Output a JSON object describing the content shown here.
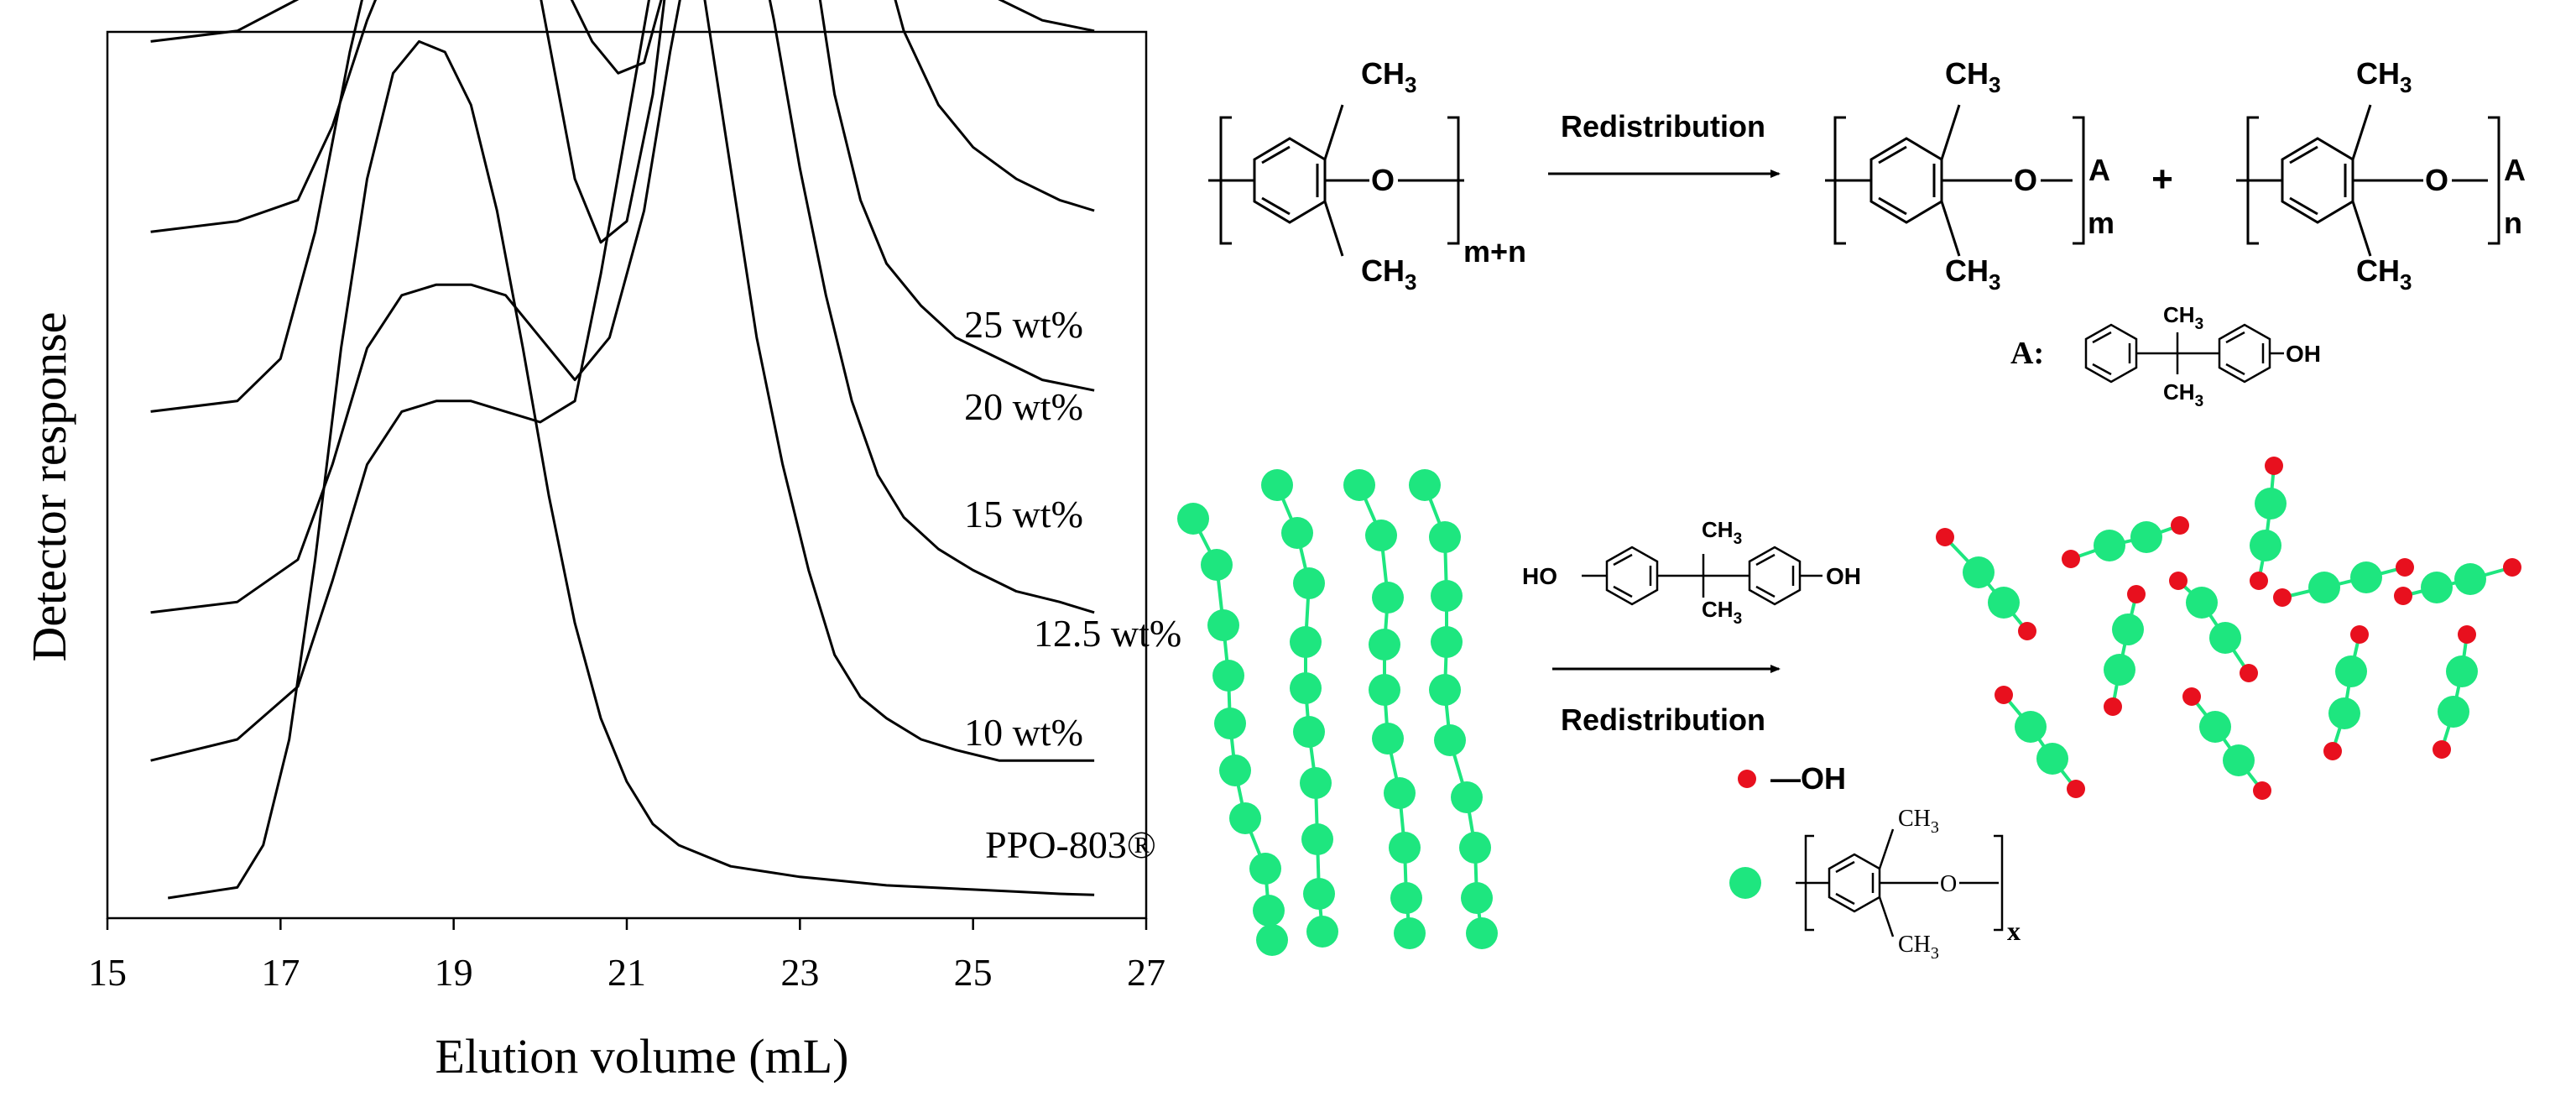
{
  "chart_data": {
    "type": "line",
    "title": "",
    "xlabel": "Elution volume (mL)",
    "ylabel": "Detector response",
    "xlim": [
      15,
      27
    ],
    "xticks": [
      "15",
      "17",
      "19",
      "21",
      "23",
      "25",
      "27"
    ],
    "yticks": [],
    "grid": false,
    "legend": "none",
    "line_color": "#000000",
    "series": [
      {
        "name": "25 wt%",
        "offset": 0.81,
        "x": [
          15.5,
          16.5,
          17.2,
          17.6,
          18.0,
          18.3,
          18.6,
          19.0,
          19.5,
          19.9,
          20.2,
          20.6,
          21.0,
          21.3,
          21.6,
          21.9,
          22.2,
          22.5,
          22.8,
          23.1,
          23.4,
          23.7,
          24.0,
          24.4,
          24.8,
          25.3,
          25.8,
          26.4
        ],
        "y": [
          0.0,
          0.01,
          0.04,
          0.12,
          0.28,
          0.4,
          0.45,
          0.46,
          0.45,
          0.4,
          0.3,
          0.2,
          0.14,
          0.16,
          0.3,
          0.5,
          0.66,
          0.79,
          0.85,
          0.8,
          0.65,
          0.45,
          0.28,
          0.14,
          0.08,
          0.04,
          0.02,
          0.01
        ]
      },
      {
        "name": "20 wt%",
        "offset": 0.63,
        "x": [
          15.5,
          16.5,
          17.2,
          17.6,
          18.0,
          18.4,
          18.8,
          19.2,
          19.6,
          20.0,
          20.3,
          20.6,
          20.9,
          21.2,
          21.5,
          21.8,
          22.1,
          22.4,
          22.7,
          23.0,
          23.3,
          23.6,
          23.9,
          24.2,
          24.6,
          25.0,
          25.5,
          26.0,
          26.4
        ],
        "y": [
          0.0,
          0.01,
          0.03,
          0.1,
          0.2,
          0.28,
          0.32,
          0.33,
          0.32,
          0.28,
          0.23,
          0.18,
          0.15,
          0.16,
          0.25,
          0.42,
          0.6,
          0.74,
          0.79,
          0.72,
          0.56,
          0.4,
          0.28,
          0.19,
          0.12,
          0.08,
          0.05,
          0.03,
          0.02
        ]
      },
      {
        "name": "15 wt%",
        "offset": 0.46,
        "x": [
          15.5,
          16.5,
          17.0,
          17.4,
          17.8,
          18.2,
          18.6,
          19.0,
          19.4,
          19.8,
          20.1,
          20.4,
          20.7,
          21.0,
          21.3,
          21.6,
          21.9,
          22.2,
          22.5,
          22.8,
          23.1,
          23.4,
          23.7,
          24.0,
          24.4,
          24.8,
          25.3,
          25.8,
          26.4
        ],
        "y": [
          0.0,
          0.01,
          0.05,
          0.17,
          0.34,
          0.48,
          0.54,
          0.55,
          0.55,
          0.48,
          0.35,
          0.22,
          0.16,
          0.18,
          0.3,
          0.5,
          0.7,
          0.82,
          0.79,
          0.65,
          0.46,
          0.3,
          0.2,
          0.14,
          0.1,
          0.07,
          0.05,
          0.03,
          0.02
        ]
      },
      {
        "name": "12.5 wt%",
        "offset": 0.27,
        "x": [
          15.5,
          16.5,
          17.2,
          17.6,
          18.0,
          18.4,
          18.8,
          19.2,
          19.6,
          20.0,
          20.4,
          20.8,
          21.2,
          21.5,
          21.8,
          22.1,
          22.4,
          22.7,
          23.0,
          23.3,
          23.6,
          23.9,
          24.2,
          24.6,
          25.0,
          25.5,
          26.0,
          26.4
        ],
        "y": [
          0.0,
          0.01,
          0.05,
          0.14,
          0.25,
          0.3,
          0.31,
          0.31,
          0.3,
          0.26,
          0.22,
          0.26,
          0.38,
          0.53,
          0.66,
          0.72,
          0.68,
          0.56,
          0.42,
          0.3,
          0.2,
          0.13,
          0.09,
          0.06,
          0.04,
          0.02,
          0.01,
          0.0
        ]
      },
      {
        "name": "10 wt%",
        "offset": 0.13,
        "x": [
          15.5,
          16.5,
          17.2,
          17.6,
          18.0,
          18.4,
          18.8,
          19.2,
          19.6,
          20.0,
          20.4,
          20.7,
          21.0,
          21.3,
          21.6,
          21.9,
          22.2,
          22.5,
          22.8,
          23.1,
          23.4,
          23.7,
          24.0,
          24.4,
          24.8,
          25.3,
          25.8,
          26.4
        ],
        "y": [
          0.0,
          0.02,
          0.07,
          0.17,
          0.28,
          0.33,
          0.34,
          0.34,
          0.33,
          0.32,
          0.34,
          0.46,
          0.6,
          0.74,
          0.8,
          0.72,
          0.56,
          0.4,
          0.28,
          0.18,
          0.1,
          0.06,
          0.04,
          0.02,
          0.01,
          0.0,
          0.0,
          0.0
        ]
      },
      {
        "name": "PPO-803®",
        "offset": 0.0,
        "x": [
          15.7,
          16.5,
          16.8,
          17.1,
          17.4,
          17.7,
          18.0,
          18.3,
          18.6,
          18.9,
          19.2,
          19.5,
          19.8,
          20.1,
          20.4,
          20.7,
          21.0,
          21.3,
          21.6,
          21.9,
          22.2,
          22.6,
          23.0,
          23.5,
          24.0,
          24.5,
          25.0,
          25.5,
          26.0,
          26.4
        ],
        "y": [
          0.0,
          0.01,
          0.05,
          0.15,
          0.32,
          0.52,
          0.68,
          0.78,
          0.81,
          0.8,
          0.75,
          0.65,
          0.52,
          0.38,
          0.26,
          0.17,
          0.11,
          0.07,
          0.05,
          0.04,
          0.03,
          0.025,
          0.02,
          0.016,
          0.012,
          0.01,
          0.008,
          0.006,
          0.004,
          0.003
        ]
      }
    ]
  },
  "scheme": {
    "arrow_label_top": "Redistribution",
    "arrow_label_bottom": "Redistribution",
    "ch3": "CH",
    "ch3_sub": "3",
    "oxygen": "O",
    "end_group": "A",
    "sub_m_plus_n": "m+n",
    "sub_m": "m",
    "sub_n": "n",
    "sub_x": "x",
    "plus": "+",
    "a_label": "A:",
    "oh": "OH",
    "ho": "HO",
    "legend_oh": "—OH",
    "chain_color": "#1ee67f",
    "end_color": "#e8101e"
  }
}
